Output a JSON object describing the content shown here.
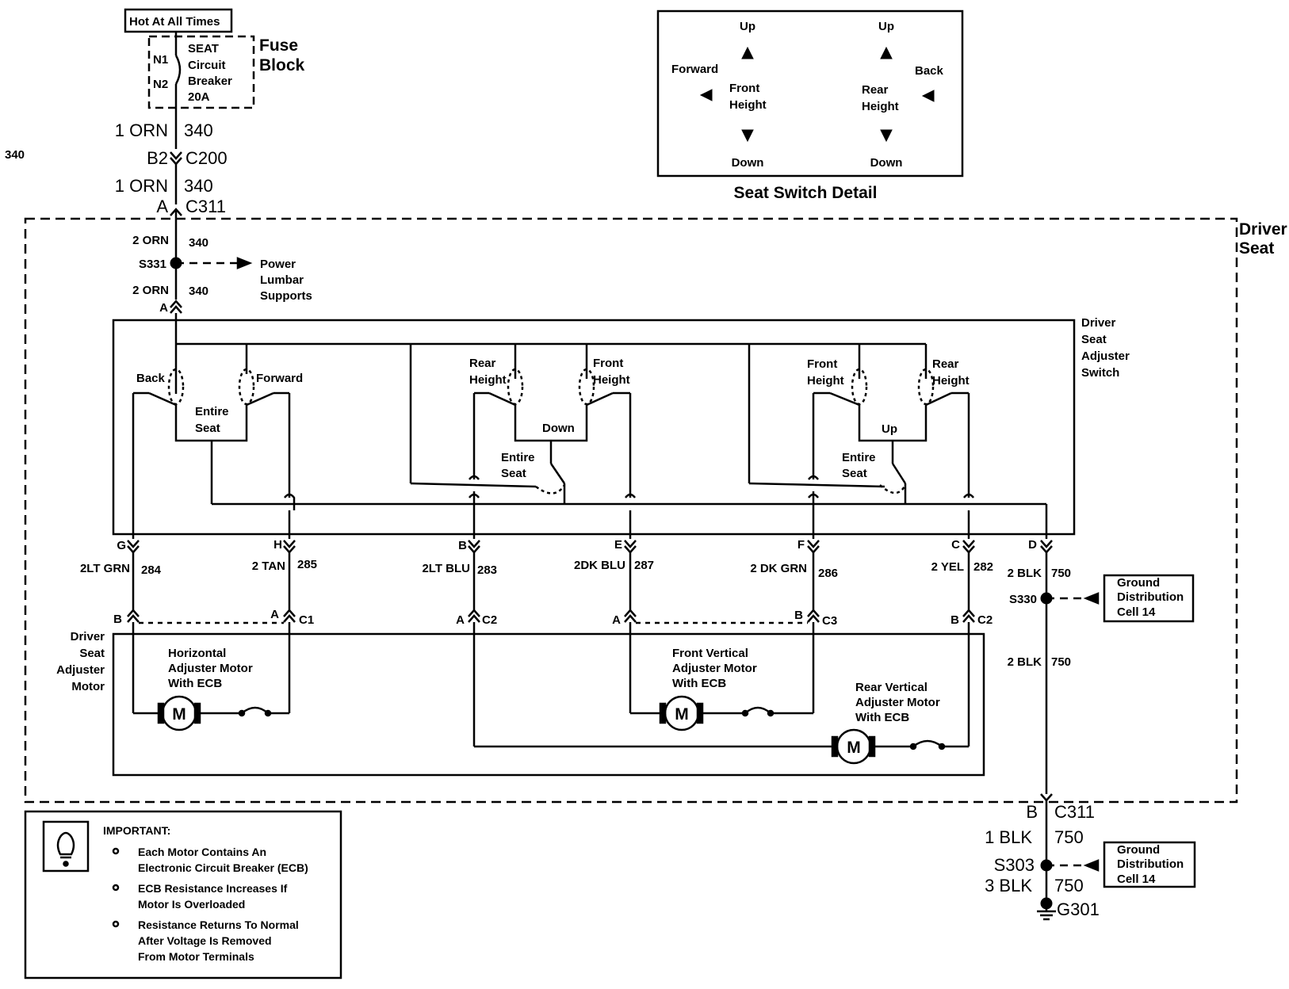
{
  "side_label": "340",
  "top": {
    "hot_label": "Hot At All Times",
    "fuse_block": [
      "Fuse",
      "Block"
    ],
    "breaker_lines": [
      "SEAT",
      "Circuit",
      "Breaker",
      "20A"
    ],
    "pin_n1": "N1",
    "pin_n2": "N2",
    "w1_gauge": "1 ORN",
    "w1_circuit": "340",
    "c200_pin": "B2",
    "c200_name": "C200",
    "w2_gauge": "1 ORN",
    "w2_circuit": "340",
    "c311_pin": "A",
    "c311_name": "C311"
  },
  "switch_detail": {
    "caption": "Seat Switch Detail",
    "up_left": "Up",
    "up_right": "Up",
    "forward": "Forward",
    "back": "Back",
    "front_height": [
      "Front",
      "Height"
    ],
    "rear_height": [
      "Rear",
      "Height"
    ],
    "down_left": "Down",
    "down_right": "Down"
  },
  "driver_seat": [
    "Driver",
    "Seat"
  ],
  "feed": {
    "w_a_gauge": "2 ORN",
    "w_a_circuit": "340",
    "splice": "S331",
    "lumbar": [
      "Power",
      "Lumbar",
      "Supports"
    ],
    "w_b_gauge": "2 ORN",
    "w_b_circuit": "340",
    "pin": "A"
  },
  "switch": {
    "label": [
      "Driver",
      "Seat",
      "Adjuster",
      "Switch"
    ],
    "back": "Back",
    "forward": "Forward",
    "entire_seat_1": [
      "Entire",
      "Seat"
    ],
    "rear_height_1": [
      "Rear",
      "Height"
    ],
    "front_height_1": [
      "Front",
      "Height"
    ],
    "down": "Down",
    "entire_seat_2": [
      "Entire",
      "Seat"
    ],
    "front_height_2": [
      "Front",
      "Height"
    ],
    "rear_height_2": [
      "Rear",
      "Height"
    ],
    "up": "Up",
    "entire_seat_3": [
      "Entire",
      "Seat"
    ]
  },
  "wires": [
    {
      "pin": "G",
      "gauge": "2LT GRN",
      "circuit": "284"
    },
    {
      "pin": "H",
      "gauge": "2 TAN",
      "circuit": "285"
    },
    {
      "pin": "B",
      "gauge": "2LT BLU",
      "circuit": "283"
    },
    {
      "pin": "E",
      "gauge": "2DK BLU",
      "circuit": "287"
    },
    {
      "pin": "F",
      "gauge": "2 DK GRN",
      "circuit": "286"
    },
    {
      "pin": "C",
      "gauge": "2 YEL",
      "circuit": "282"
    },
    {
      "pin": "D",
      "gauge": "2 BLK",
      "circuit": "750"
    }
  ],
  "motor_conn": {
    "c1_pin_b": "B",
    "c1_pin_a": "A",
    "c1": "C1",
    "c2_pin_a": "A",
    "c2": "C2",
    "c3_pin_a": "A",
    "c3_pin_b": "B",
    "c3": "C3",
    "c2b_pin_b": "B",
    "c2b": "C2"
  },
  "motor_box": {
    "label": [
      "Driver",
      "Seat",
      "Adjuster",
      "Motor"
    ],
    "horizontal": [
      "Horizontal",
      "Adjuster Motor",
      "With ECB"
    ],
    "front_vertical": [
      "Front Vertical",
      "Adjuster Motor",
      "With ECB"
    ],
    "rear_vertical": [
      "Rear Vertical",
      "Adjuster Motor",
      "With ECB"
    ],
    "motor_symbol": "M"
  },
  "ground": {
    "s330": "S330",
    "gdc1": [
      "Ground",
      "Distribution",
      "Cell 14"
    ],
    "w_gauge": "2 BLK",
    "w_circuit": "750",
    "c311_pin": "B",
    "c311": "C311",
    "w1_gauge": "1 BLK",
    "w1_circuit": "750",
    "s303": "S303",
    "gdc2": [
      "Ground",
      "Distribution",
      "Cell 14"
    ],
    "w3_gauge": "3 BLK",
    "w3_circuit": "750",
    "g301": "G301"
  },
  "important": {
    "title": "IMPORTANT:",
    "b1": [
      "Each Motor Contains An",
      "Electronic Circuit Breaker (ECB)"
    ],
    "b2": [
      "ECB Resistance Increases If",
      "Motor Is Overloaded"
    ],
    "b3": [
      "Resistance Returns To Normal",
      "After Voltage Is Removed",
      "From Motor Terminals"
    ]
  }
}
